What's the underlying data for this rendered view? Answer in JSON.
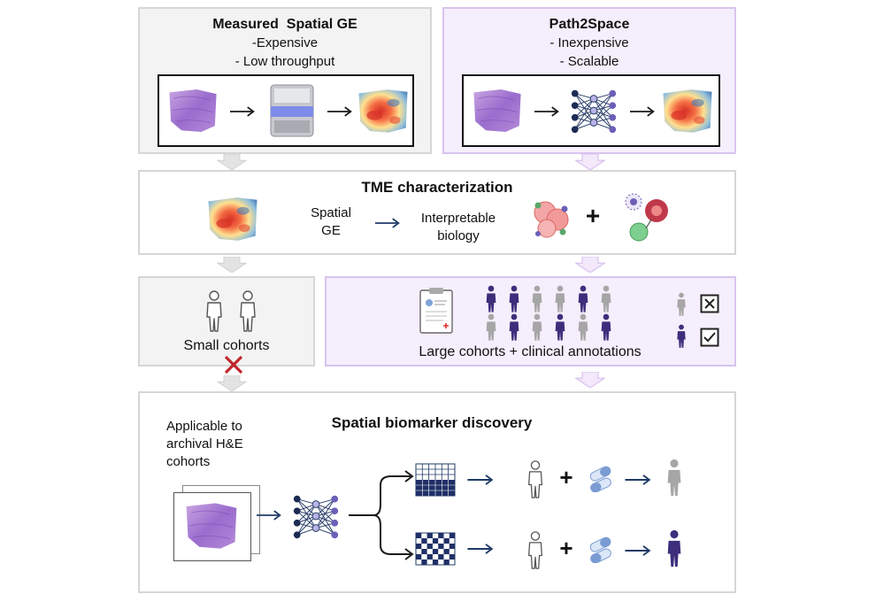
{
  "top_left": {
    "title": "Measured  Spatial GE",
    "line1": "-Expensive",
    "line2": "- Low throughput"
  },
  "top_right": {
    "title": "Path2Space",
    "line1": "- Inexpensive",
    "line2": "- Scalable"
  },
  "tme": {
    "title": "TME characterization",
    "spatial_ge_line1": "Spatial",
    "spatial_ge_line2": "GE",
    "interpretable_line1": "Interpretable",
    "interpretable_line2": "biology",
    "plus": "+"
  },
  "small_cohorts": {
    "label": "Small cohorts"
  },
  "large_cohorts": {
    "label": "Large cohorts + clinical annotations"
  },
  "discovery": {
    "title": "Spatial biomarker discovery",
    "applicable_line1": "Applicable to",
    "applicable_line2": "archival H&E",
    "applicable_line3": "cohorts",
    "plus": "+"
  },
  "colors": {
    "purple_panel": "#f5eefc",
    "purple_border": "#d9c4ef",
    "grey_panel": "#f3f3f3",
    "navy": "#1f3b66",
    "person_dark": "#3d2e7c",
    "person_grey": "#a6a6a6",
    "cross_red": "#c0262b"
  }
}
